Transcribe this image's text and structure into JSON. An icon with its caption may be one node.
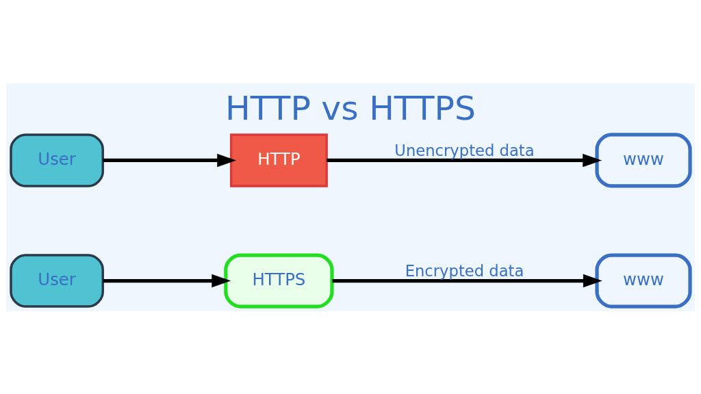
{
  "diagram": {
    "title": "HTTP vs HTTPS",
    "nodes": [
      {
        "text": [
          "User"
        ]
      },
      {
        "text": [
          "HTTPS"
        ]
      },
      {
        "text": [
          "www"
        ]
      },
      {
        "text": [
          "User"
        ]
      },
      {
        "text": [
          "HTTP"
        ]
      },
      {
        "text": [
          "www"
        ]
      }
    ],
    "edges": [
      {
        "from": 0,
        "to": 1,
        "arrow": "to"
      },
      {
        "from": 1,
        "to": 2,
        "arrow": "to",
        "label": "Encrypted data"
      },
      {
        "from": 3,
        "to": 4,
        "arrow": "to"
      },
      {
        "from": 4,
        "to": 5,
        "arrow": "to",
        "label": "Unencrypted data"
      }
    ]
  }
}
